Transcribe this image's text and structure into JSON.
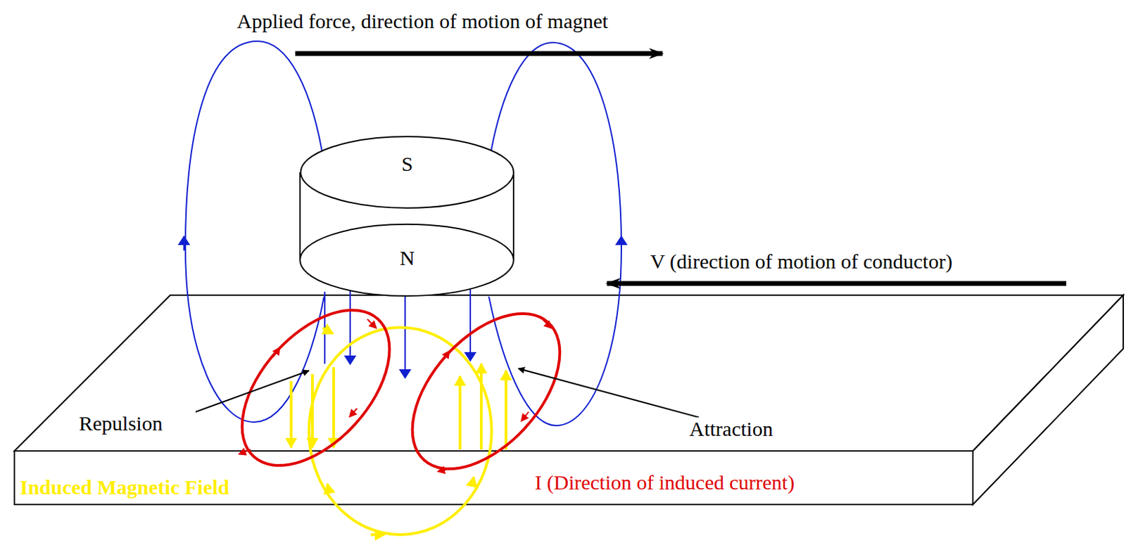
{
  "diagram": {
    "nodes": [
      {
        "text": [
          "S",
          "N"
        ]
      }
    ],
    "labels": [
      "Applied force, direction of motion of magnet",
      "V (direction of motion of conductor)",
      "Repulsion",
      "Attraction",
      "Induced Magnetic Field",
      "I (Direction of induced current)"
    ]
  }
}
